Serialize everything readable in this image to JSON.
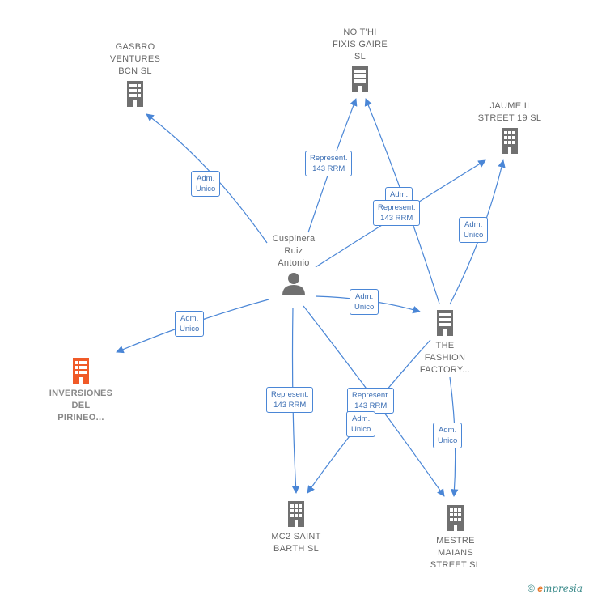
{
  "nodes": {
    "person": {
      "label": "Cuspinera\nRuiz\nAntonio",
      "icon": "person-icon"
    },
    "gasbro": {
      "label": "GASBRO\nVENTURES\nBCN  SL",
      "icon": "building-icon"
    },
    "notfixis": {
      "label": "NO T'HI\nFIXIS GAIRE\nSL",
      "icon": "building-icon"
    },
    "jaume": {
      "label": "JAUME II\nSTREET 19  SL",
      "icon": "building-icon"
    },
    "fashion": {
      "label": "THE\nFASHION\nFACTORY...",
      "icon": "building-icon"
    },
    "inversiones": {
      "label": "INVERSIONES\nDEL\nPIRINEO...",
      "icon": "building-icon",
      "color": "#f05a28"
    },
    "mc2": {
      "label": "MC2 SAINT\nBARTH  SL",
      "icon": "building-icon"
    },
    "mestre": {
      "label": "MESTRE\nMAIANS\nSTREET  SL",
      "icon": "building-icon"
    }
  },
  "edge_labels": {
    "adm_gasbro": "Adm.\nUnico",
    "rep_notfixis": "Represent.\n143 RRM",
    "adm_notfixis": "Adm.",
    "rep_jaume": "Represent.\n143 RRM",
    "adm_jaume": "Adm.\nUnico",
    "adm_fashion": "Adm.\nUnico",
    "adm_inversiones": "Adm.\nUnico",
    "rep_mc2": "Represent.\n143 RRM",
    "rep_mestre": "Represent.\n143 RRM",
    "adm_mc2": "Adm.\nUnico",
    "adm_mestre": "Adm.\nUnico"
  },
  "colors": {
    "edge": "#4a86d6",
    "building": "#707070",
    "highlight": "#f05a28"
  },
  "footer": {
    "copyright": "©",
    "brand_e": "e",
    "brand_rest": "mpresia"
  }
}
